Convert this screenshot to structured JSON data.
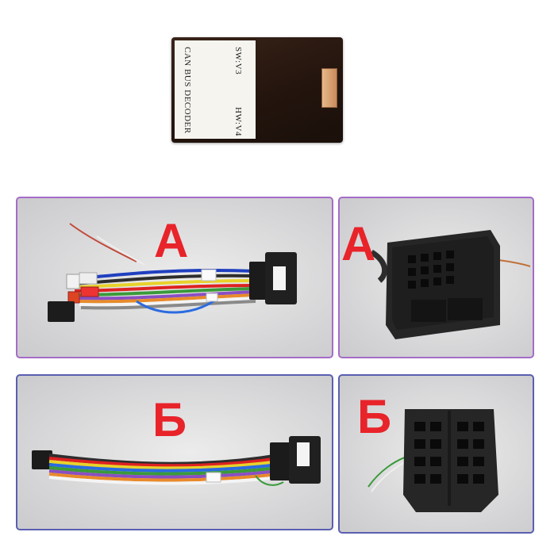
{
  "decoder": {
    "title": "CAN BUS DECODER",
    "sw_version": "SW:V3",
    "hw_version": "HW:V4"
  },
  "panels": {
    "a_harness": {
      "letter": "A"
    },
    "a_connector": {
      "letter": "A"
    },
    "b_harness": {
      "letter": "Б"
    },
    "b_connector": {
      "letter": "Б"
    }
  },
  "colors": {
    "letter_red": "#e8232a",
    "border_purple": "#a56cc8",
    "border_blue": "#5a5fb0"
  }
}
